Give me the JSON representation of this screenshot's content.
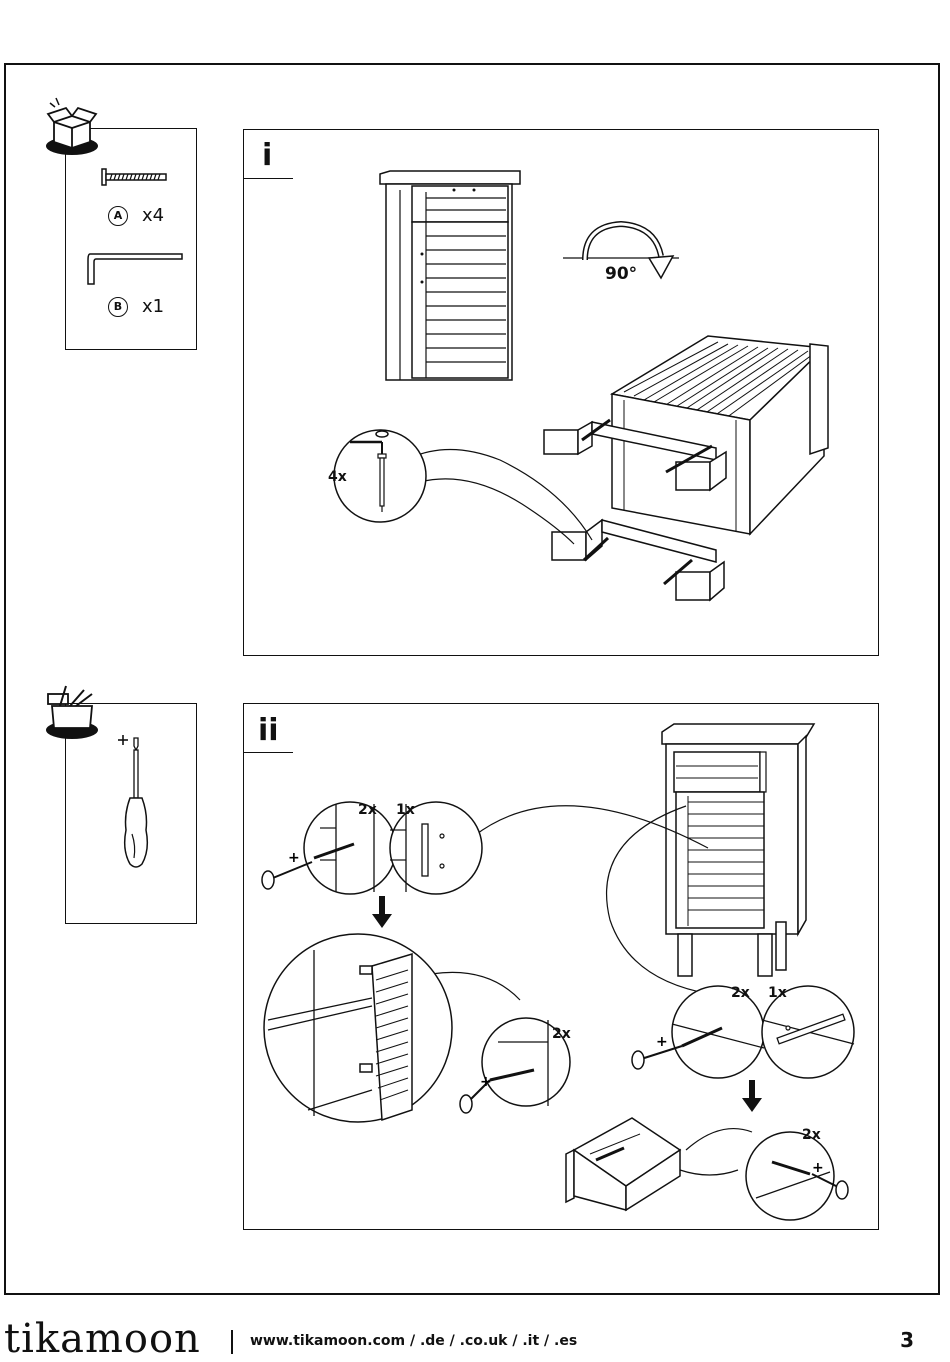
{
  "parts_panel": {
    "part_a": {
      "letter": "A",
      "qty": "x4"
    },
    "part_b": {
      "letter": "B",
      "qty": "x1"
    }
  },
  "step_i": {
    "number": "i",
    "rotation": "90°",
    "callout_qty": "4x"
  },
  "step_ii": {
    "number": "ii",
    "callouts": [
      "2x",
      "1x",
      "2x",
      "2x",
      "1x",
      "2x"
    ]
  },
  "footer": {
    "brand": "tikamoon",
    "urls": "www.tikamoon.com / .de / .co.uk / .it / .es",
    "page_number": "3"
  }
}
